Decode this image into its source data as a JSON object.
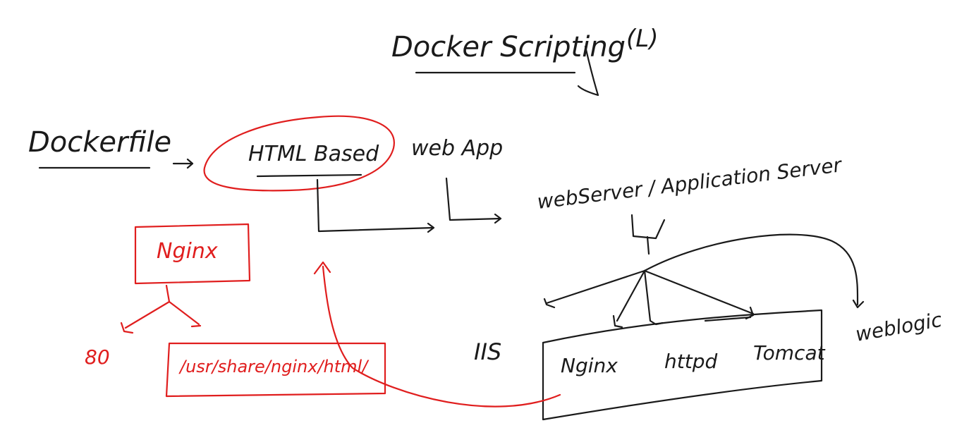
{
  "title": "Docker Scripting",
  "title_suffix": "(L)",
  "dockerfile_label": "Dockerfile",
  "html_based_label": "HTML Based",
  "web_app_label": "web App",
  "server_label": "webServer / Application Server",
  "nginx_box_label": "Nginx",
  "port_label": "80",
  "path_label": "/usr/share/nginx/html/",
  "iis_label": "IIS",
  "nginx_label": "Nginx",
  "httpd_label": "httpd",
  "tomcat_label": "Tomcat",
  "weblogic_label": "weblogic",
  "colors": {
    "ink": "#1a1a1a",
    "annotation": "#e01e1e",
    "background": "#ffffff"
  }
}
